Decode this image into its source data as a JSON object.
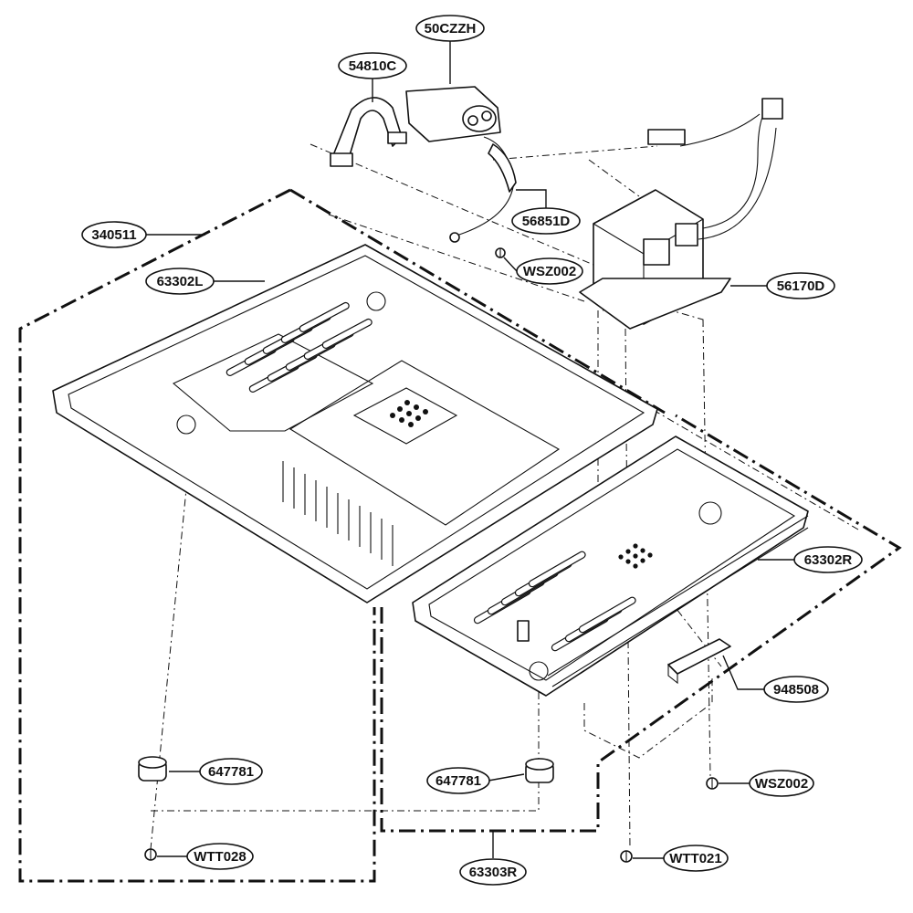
{
  "callouts": {
    "c_50czzh": "50CZZH",
    "c_54810c": "54810C",
    "c_340511": "340511",
    "c_63302l": "63302L",
    "c_56851d": "56851D",
    "c_wsz002_top": "WSZ002",
    "c_56170d": "56170D",
    "c_63302r": "63302R",
    "c_948508": "948508",
    "c_647781_left": "647781",
    "c_647781_right": "647781",
    "c_wsz002_bottom": "WSZ002",
    "c_wtt028": "WTT028",
    "c_63303r": "63303R",
    "c_wtt021": "WTT021"
  }
}
